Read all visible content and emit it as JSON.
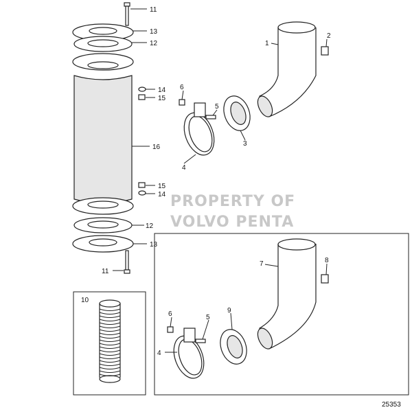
{
  "diagram": {
    "figure_number": "25353",
    "watermark": [
      "PROPERTY OF",
      "VOLVO PENTA"
    ],
    "left_assembly_labels": [
      "11",
      "13",
      "12",
      "14",
      "15",
      "16",
      "15",
      "14",
      "12",
      "13",
      "11"
    ],
    "upper_right_labels": [
      "1",
      "2",
      "6",
      "5",
      "3",
      "4"
    ],
    "inset_right_labels": [
      "7",
      "8",
      "6",
      "9",
      "5",
      "4"
    ],
    "inset_left_label": "10"
  }
}
